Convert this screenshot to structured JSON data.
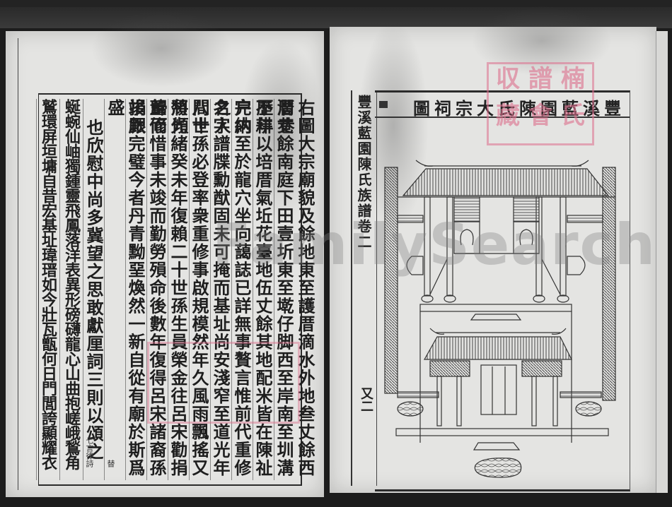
{
  "document": {
    "type": "scanned genealogy book spread",
    "left_page": {
      "columns": [
        {
          "text": "右圖大宗廟貌及餘地東至護厝滴水外地叁丈餘西厝巷",
          "indent": false
        },
        {
          "text": "濶丈餘南庭下田壹圻東至墘仔脚西至岸南至圳溝歷年",
          "indent": false
        },
        {
          "text": "不耕以培厝氣坵花臺地伍丈餘其地配米皆在陳祉户内",
          "indent": false
        },
        {
          "text": "完納至於龍穴坐向藹誌已詳無事贅言惟前代重修之人",
          "indent": false
        },
        {
          "text": "名字譜牒勳猷固未可掩而基址尚安淺窄至道光年間十",
          "indent": false
        },
        {
          "text": "八世孫必登率衆重修事啟規模然年久風雨飄搖又將傾",
          "indent": false
        },
        {
          "text": "頹光緒癸未年復賴二十世孫生員榮金往呂宋勸捐歸而",
          "indent": false
        },
        {
          "text": "董修惜事未竣而勤勞殞命後數年復得呂宋諸裔孫捐銀",
          "indent": false
        },
        {
          "text": "竣厥完璧今者丹青黝堊煥然一新自從有廟於斯爲盛",
          "indent": false,
          "note": "替"
        },
        {
          "text": "也欣慰中尚多冀望之思敢獻厘詞三則以頌之",
          "indent": true,
          "note": "七言律詩",
          "note2": "七言字體"
        },
        {
          "text": "蜒蜿仙岫獨鍾靈飛鳳落洋表異形磅礴龍心山曲抱嵯峨鶖角",
          "indent": false
        },
        {
          "text": "鷲環屏垣墉自昔宏基址瑋瑨如今壯瓦甑何日門閭誇顯耀衣",
          "indent": false
        }
      ]
    },
    "right_page": {
      "title": "豐溪藍園陳氏大宗祠圖",
      "side_column": "豐溪藍園陳氏族譜卷二",
      "page_number": "又二",
      "illustration": "Ancestral hall (大宗祠) line drawing: front hall with tiled roof and four columns, courtyard with side walls, rear hall with carved brackets, steps and decorative pond"
    },
    "seals": [
      {
        "position": "right-page-top",
        "color": "#e07896"
      },
      {
        "position": "left-page-bottom",
        "color": "#e07896"
      }
    ],
    "watermark": "FamilySearch"
  }
}
